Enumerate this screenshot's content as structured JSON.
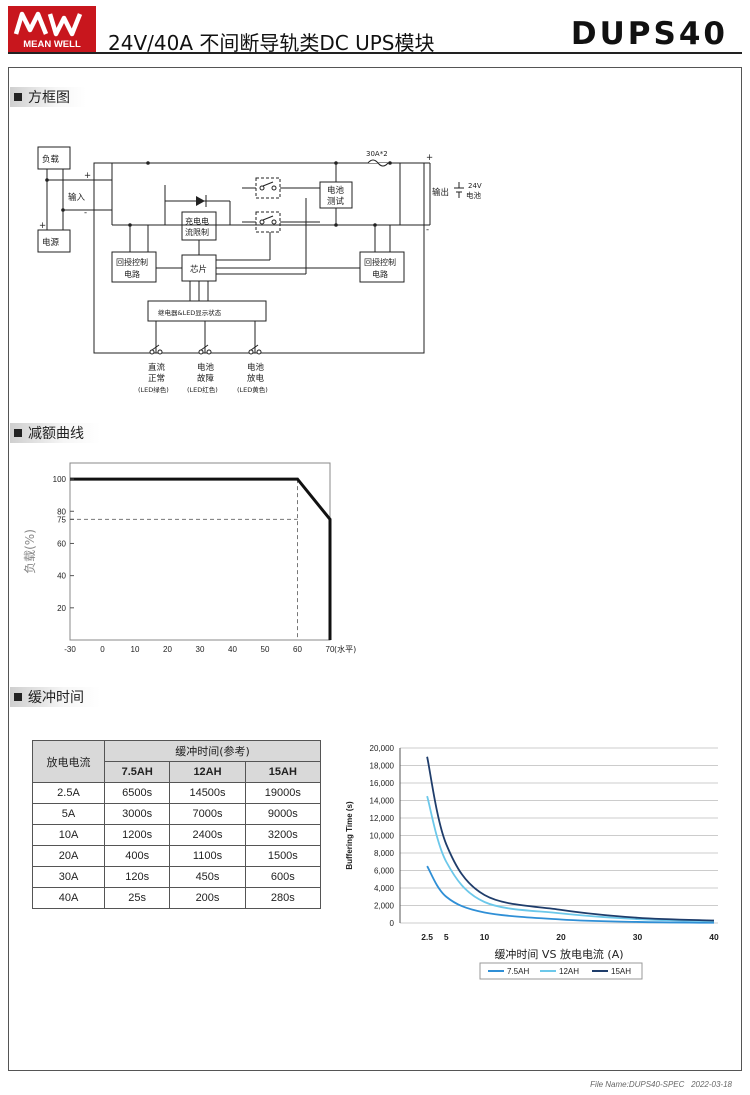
{
  "header": {
    "logo_text": "MEAN WELL",
    "title": "24V/40A 不间断导轨类DC UPS模块",
    "model": "DUPS40"
  },
  "sections": {
    "block_diagram": "方框图",
    "derating": "减额曲线",
    "buffer": "缓冲时间"
  },
  "block_diagram": {
    "load": "负载",
    "source": "电源",
    "input": "输入",
    "plus": "+",
    "minus": "-",
    "fuse": "30A*2",
    "output": "输出",
    "volt_line1": "24V",
    "volt_line2": "电池",
    "battery_test_1": "电池",
    "battery_test_2": "测试",
    "charge_limit_1": "充电电",
    "charge_limit_2": "流限制",
    "feedback_1": "回授控制",
    "feedback_2": "电路",
    "chip": "芯片",
    "relay_led": "继电器&LED显示状态",
    "ind1": [
      "直流",
      "正常",
      "(LED绿色)"
    ],
    "ind2": [
      "电池",
      "故障",
      "(LED红色)"
    ],
    "ind3": [
      "电池",
      "放电",
      "(LED黄色)"
    ]
  },
  "derating_chart": {
    "ylabel": "负载(%)",
    "xunit": "(水平)"
  },
  "buffer_table": {
    "col_head": "放电电流",
    "group_head": "缓冲时间(参考)",
    "caps": [
      "7.5AH",
      "12AH",
      "15AH"
    ],
    "rows": [
      [
        "2.5A",
        "6500s",
        "14500s",
        "19000s"
      ],
      [
        "5A",
        "3000s",
        "7000s",
        "9000s"
      ],
      [
        "10A",
        "1200s",
        "2400s",
        "3200s"
      ],
      [
        "20A",
        "400s",
        "1100s",
        "1500s"
      ],
      [
        "30A",
        "120s",
        "450s",
        "600s"
      ],
      [
        "40A",
        "25s",
        "200s",
        "280s"
      ]
    ]
  },
  "buffer_chart": {
    "ylabel": "Buffering Time (s)",
    "xlabel": "缓冲时间 VS 放电电流 (A)"
  },
  "chart_data": [
    {
      "type": "line",
      "title": "",
      "xlabel": "",
      "ylabel": "负载(%)",
      "xunit": "(水平)",
      "xlim": [
        -30,
        70
      ],
      "ylim": [
        0,
        110
      ],
      "x_ticks": [
        -30,
        0,
        10,
        20,
        30,
        40,
        50,
        60,
        70
      ],
      "y_ticks": [
        20,
        40,
        60,
        75,
        80,
        100
      ],
      "grid": false,
      "series": [
        {
          "x": [
            -30,
            60,
            70,
            70
          ],
          "y": [
            100,
            100,
            75,
            0
          ]
        }
      ],
      "guides": {
        "x": 60,
        "y": 75
      }
    },
    {
      "type": "line",
      "title": "",
      "xlabel": "缓冲时间 VS 放电电流 (A)",
      "ylabel": "Buffering Time (s)",
      "xlim": [
        0,
        40
      ],
      "ylim": [
        0,
        20000
      ],
      "x_ticks": [
        2.5,
        5,
        10,
        20,
        30,
        40
      ],
      "y_ticks": [
        0,
        2000,
        4000,
        6000,
        8000,
        10000,
        12000,
        14000,
        16000,
        18000,
        20000
      ],
      "y_tick_labels": [
        "0",
        "2,000",
        "4,000",
        "6,000",
        "8,000",
        "10,000",
        "12,000",
        "14,000",
        "16,000",
        "18,000",
        "20,000"
      ],
      "grid": true,
      "legend": "bottom",
      "series": [
        {
          "name": "7.5AH",
          "color": "#2f8fd6",
          "x": [
            2.5,
            5,
            10,
            20,
            30,
            40
          ],
          "y": [
            6500,
            3000,
            1200,
            400,
            120,
            25
          ]
        },
        {
          "name": "12AH",
          "color": "#6cc8ea",
          "x": [
            2.5,
            5,
            10,
            20,
            30,
            40
          ],
          "y": [
            14500,
            7000,
            2400,
            1100,
            450,
            200
          ]
        },
        {
          "name": "15AH",
          "color": "#1f3d6b",
          "x": [
            2.5,
            5,
            10,
            20,
            30,
            40
          ],
          "y": [
            19000,
            9000,
            3200,
            1500,
            600,
            280
          ]
        }
      ]
    }
  ]
}
